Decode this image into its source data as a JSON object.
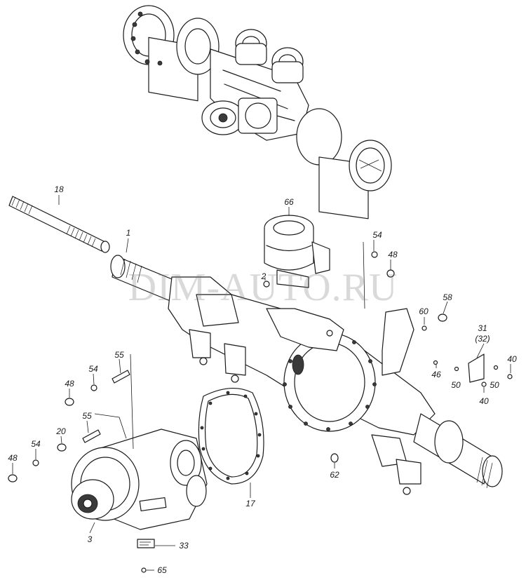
{
  "watermark": "DIM-AUTO.RU",
  "callouts": [
    {
      "id": "c18",
      "text": "18"
    },
    {
      "id": "c1",
      "text": "1"
    },
    {
      "id": "c66",
      "text": "66"
    },
    {
      "id": "c54a",
      "text": "54"
    },
    {
      "id": "c48a",
      "text": "48"
    },
    {
      "id": "c2",
      "text": "2"
    },
    {
      "id": "c58",
      "text": "58"
    },
    {
      "id": "c60",
      "text": "60"
    },
    {
      "id": "c31",
      "text": "31"
    },
    {
      "id": "c32",
      "text": "(32)"
    },
    {
      "id": "c40a",
      "text": "40"
    },
    {
      "id": "c46",
      "text": "46"
    },
    {
      "id": "c50a",
      "text": "50"
    },
    {
      "id": "c50b",
      "text": "50"
    },
    {
      "id": "c40b",
      "text": "40"
    },
    {
      "id": "c55a",
      "text": "55"
    },
    {
      "id": "c54b",
      "text": "54"
    },
    {
      "id": "c48b",
      "text": "48"
    },
    {
      "id": "c55b",
      "text": "55"
    },
    {
      "id": "c20",
      "text": "20"
    },
    {
      "id": "c54c",
      "text": "54"
    },
    {
      "id": "c48c",
      "text": "48"
    },
    {
      "id": "c3",
      "text": "3"
    },
    {
      "id": "c33",
      "text": "33"
    },
    {
      "id": "c65",
      "text": "65"
    },
    {
      "id": "c17",
      "text": "17"
    },
    {
      "id": "c62",
      "text": "62"
    }
  ]
}
